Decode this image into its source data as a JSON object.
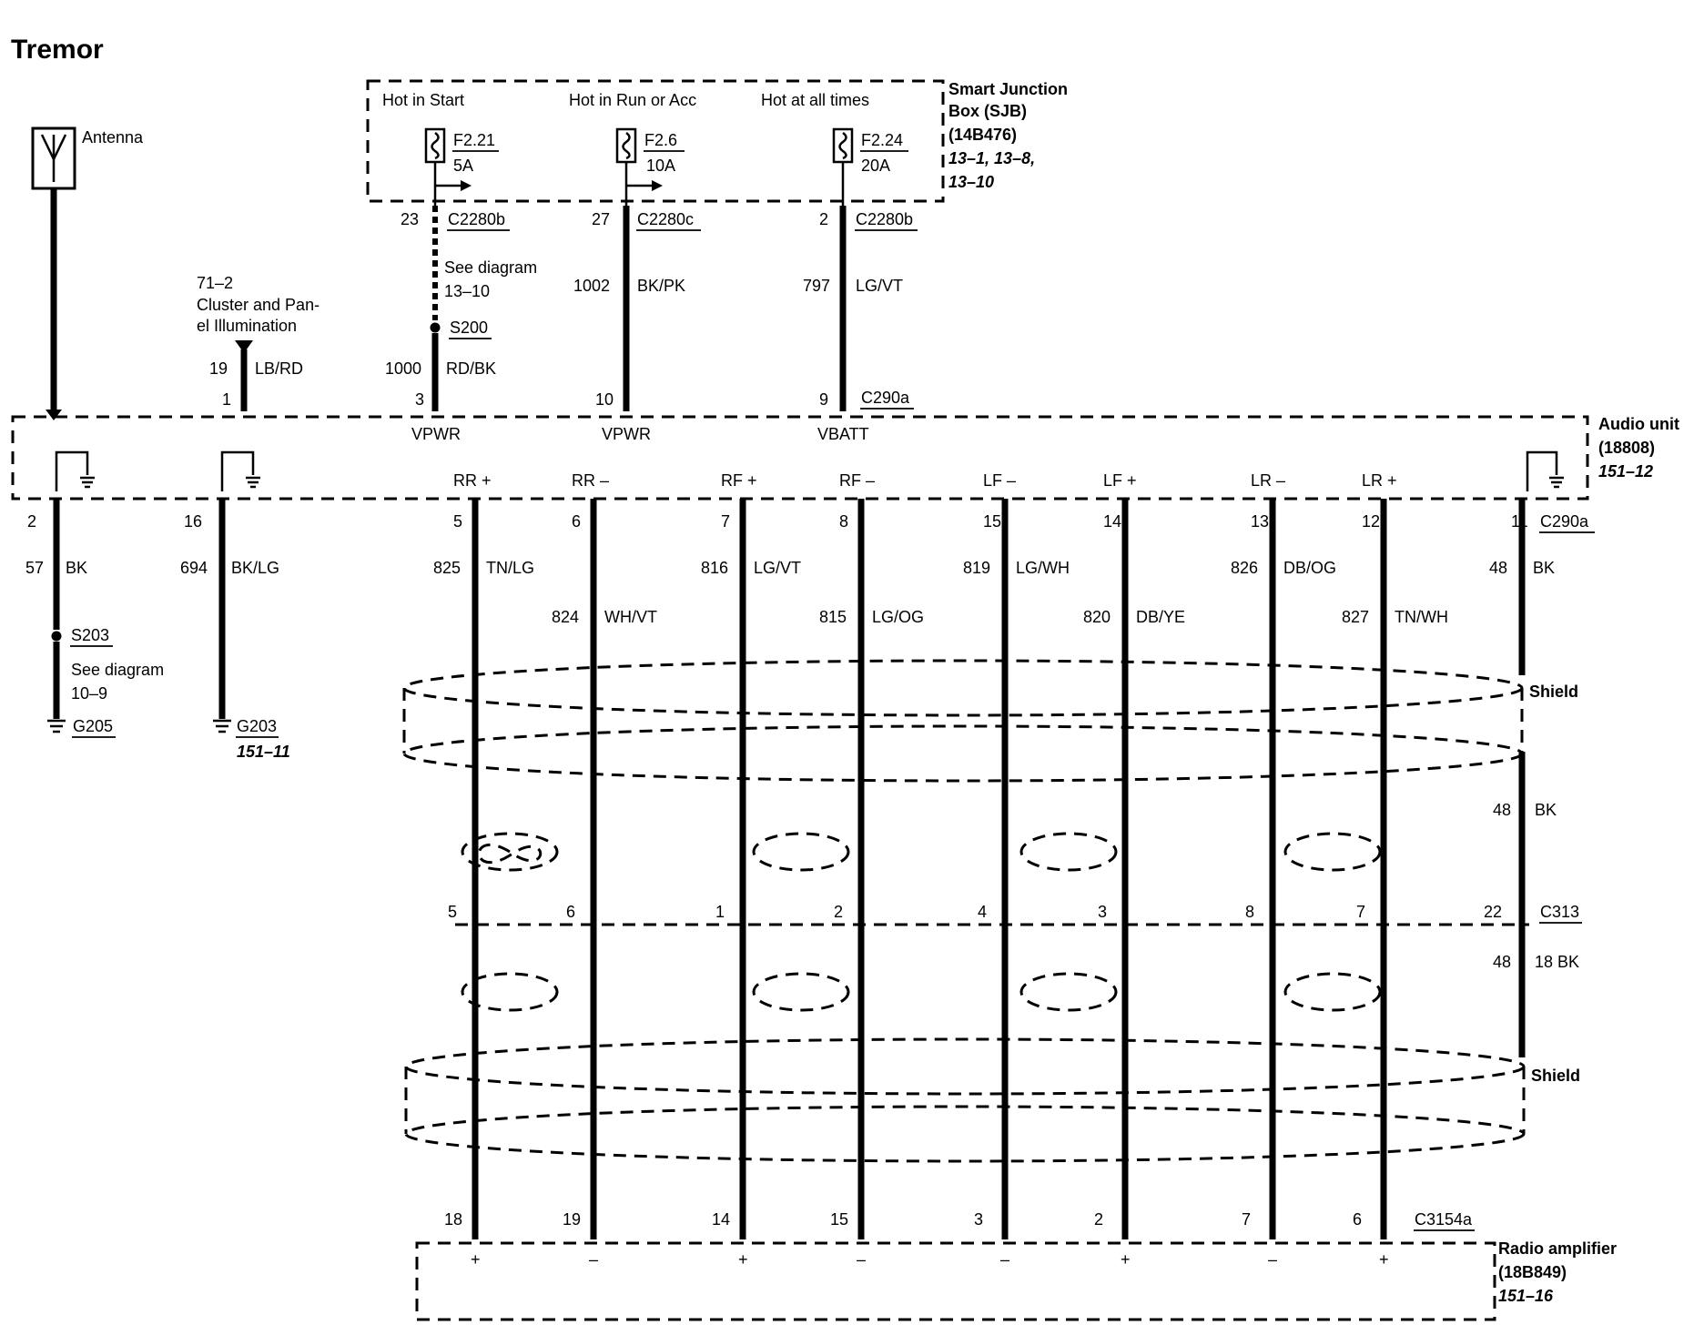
{
  "title": "Tremor",
  "antenna_label": "Antenna",
  "sjb": {
    "label_lines": [
      "Smart Junction",
      "Box (SJB)",
      "(14B476)"
    ],
    "ref_lines": [
      "13–1, 13–8,",
      "13–10"
    ],
    "columns": [
      {
        "header": "Hot in Start",
        "fuse": "F2.21",
        "amps": "5A",
        "pin": "23",
        "connector": "C2280b",
        "circuit": "1000",
        "color": "RD/BK",
        "audio_pin": "3",
        "terminal": "VPWR"
      },
      {
        "header": "Hot in Run or Acc",
        "fuse": "F2.6",
        "amps": "10A",
        "pin": "27",
        "connector": "C2280c",
        "circuit": "1002",
        "color": "BK/PK",
        "audio_pin": "10",
        "terminal": "VPWR"
      },
      {
        "header": "Hot at all times",
        "fuse": "F2.24",
        "amps": "20A",
        "pin": "2",
        "connector": "C2280b",
        "circuit": "797",
        "color": "LG/VT",
        "audio_pin": "9",
        "terminal": "VBATT"
      }
    ],
    "see_diagram": [
      "See diagram",
      "13–10"
    ],
    "splice": "S200"
  },
  "illumination": {
    "ref": "71–2",
    "lines": [
      "Cluster and Pan-",
      "el Illumination"
    ],
    "circuit": "19",
    "color": "LB/RD",
    "pin": "1"
  },
  "audio_unit": {
    "label_lines": [
      "Audio unit",
      "(18808)"
    ],
    "ref": "151–12",
    "top_connector": "C290a",
    "bottom_connector": "C290a"
  },
  "ground_left": {
    "pin": "2",
    "circuit": "57",
    "color": "BK",
    "splice": "S203",
    "see_diagram": [
      "See diagram",
      "10–9"
    ],
    "ground": "G205"
  },
  "ground_mid": {
    "pin": "16",
    "circuit": "694",
    "color": "BK/LG",
    "ground": "G203",
    "ref": "151–11"
  },
  "speaker_wires": [
    {
      "label": "RR +",
      "pin": "5",
      "circuit": "825",
      "color": "TN/LG",
      "c313_pin": "5",
      "amp_pin": "18",
      "sign": "+"
    },
    {
      "label": "RR –",
      "pin": "6",
      "circuit": "824",
      "color": "WH/VT",
      "c313_pin": "6",
      "amp_pin": "19",
      "sign": "–"
    },
    {
      "label": "RF +",
      "pin": "7",
      "circuit": "816",
      "color": "LG/VT",
      "c313_pin": "1",
      "amp_pin": "14",
      "sign": "+"
    },
    {
      "label": "RF –",
      "pin": "8",
      "circuit": "815",
      "color": "LG/OG",
      "c313_pin": "2",
      "amp_pin": "15",
      "sign": "–"
    },
    {
      "label": "LF –",
      "pin": "15",
      "circuit": "819",
      "color": "LG/WH",
      "c313_pin": "4",
      "amp_pin": "3",
      "sign": "–"
    },
    {
      "label": "LF +",
      "pin": "14",
      "circuit": "820",
      "color": "DB/YE",
      "c313_pin": "3",
      "amp_pin": "2",
      "sign": "+"
    },
    {
      "label": "LR –",
      "pin": "13",
      "circuit": "826",
      "color": "DB/OG",
      "c313_pin": "8",
      "amp_pin": "7",
      "sign": "–"
    },
    {
      "label": "LR +",
      "pin": "12",
      "circuit": "827",
      "color": "TN/WH",
      "c313_pin": "7",
      "amp_pin": "6",
      "sign": "+"
    }
  ],
  "shield_wire": {
    "pin": "11",
    "circuit": "48",
    "color": "BK",
    "circuit_mid": "48",
    "color_mid": "BK",
    "c313_pin": "22",
    "circuit_low": "48",
    "gauge_color_low": "18 BK"
  },
  "shield_label": "Shield",
  "c313": "C313",
  "amp_connector": "C3154a",
  "amplifier": {
    "label_lines": [
      "Radio amplifier",
      "(18B849)"
    ],
    "ref": "151–16"
  }
}
